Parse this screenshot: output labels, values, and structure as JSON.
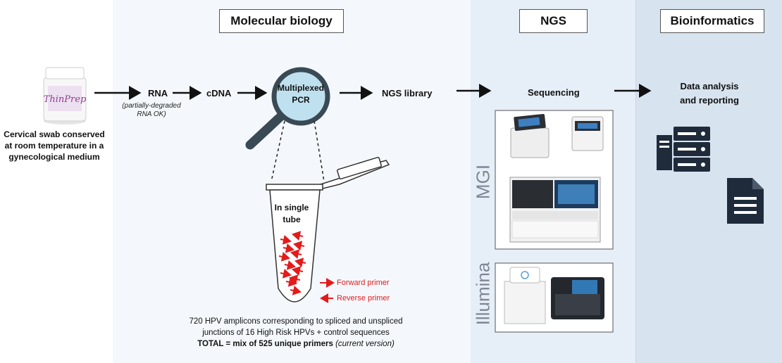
{
  "headers": {
    "molecular_biology": "Molecular biology",
    "ngs": "NGS",
    "bioinformatics": "Bioinformatics"
  },
  "sample": {
    "bottle_label": "ThinPrep",
    "line1": "Cervical swab conserved",
    "line2": "at room temperature in a",
    "line3": "gynecological medium"
  },
  "steps": {
    "rna": "RNA",
    "rna_note_1": "(partially-degraded",
    "rna_note_2": "RNA OK)",
    "cdna": "cDNA",
    "pcr_line1": "Multiplexed",
    "pcr_line2": "PCR",
    "library": "NGS library",
    "sequencing": "Sequencing",
    "analysis_line1": "Data analysis",
    "analysis_line2": "and reporting"
  },
  "tube": {
    "line1": "In single",
    "line2": "tube"
  },
  "legend": {
    "forward": "Forward primer",
    "reverse": "Reverse primer"
  },
  "summary": {
    "line1": "720 HPV amplicons corresponding to spliced and unspliced",
    "line2": "junctions of 16 High Risk HPVs + control sequences",
    "line3_bold": "TOTAL = mix of 525 unique primers",
    "line3_italic": "(current version)"
  },
  "platforms": {
    "mgi": "MGI",
    "illumina": "Illumina"
  },
  "colors": {
    "primer_red": "#e31b1b",
    "magnifier_lens": "#bfe0ef",
    "magnifier_rim": "#3a4a55",
    "band_molecular": "#f4f8fc",
    "band_ngs": "#e6eef7",
    "band_bio": "#d7e3ef",
    "icon_dark": "#1f2b3a"
  }
}
